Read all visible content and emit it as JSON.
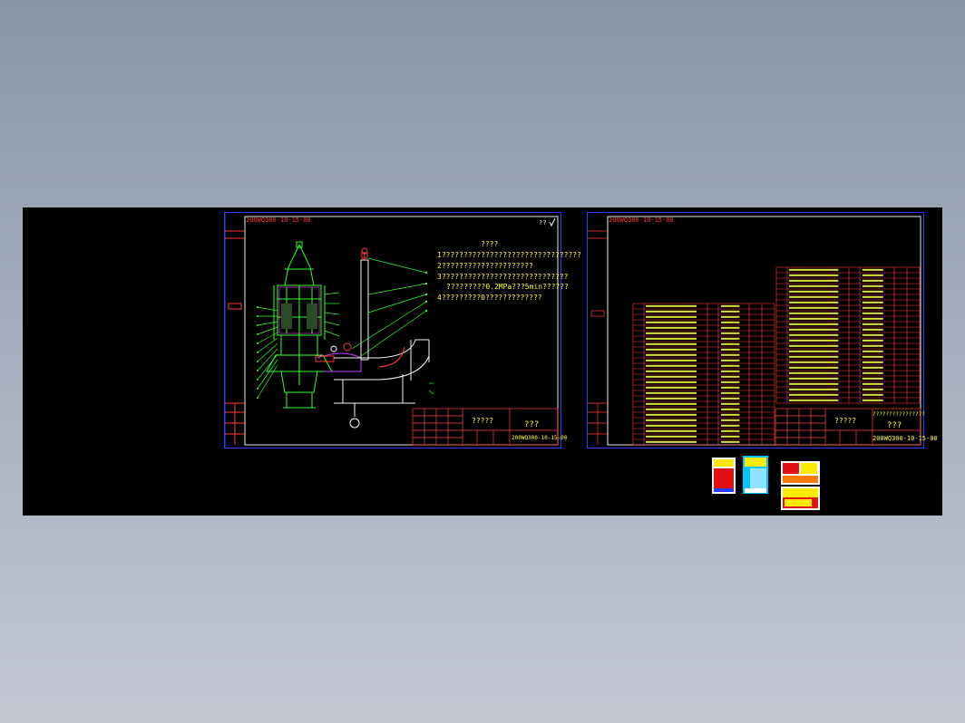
{
  "sheet1": {
    "drawing_number": "200WQ300-10-15-00",
    "roughness_mark": "??",
    "notes_title": "????",
    "notes": [
      "1????????????????????????????????",
      "2?????????????????????",
      "3?????????????????????????????",
      "?????????0.2MPa???5min??????",
      "4?????????0?????????????"
    ],
    "title_block_name": "?????",
    "title_block_material": "???",
    "title_block_code": "200WQ300-10-15-00"
  },
  "sheet2": {
    "drawing_number": "200WQ300-10-15-00",
    "title_block_name": "?????",
    "title_block_note": "????????????????",
    "title_block_material": "???",
    "title_block_code": "200WQ300-10-15-00"
  },
  "colors": {
    "viewport_bg": "#000000",
    "sheet_border": "#2a3cff",
    "drawing_green": "#33ff33",
    "text_yellow": "#ffff33",
    "grid_red": "#ff3b3b",
    "pipe_white": "#f5f5f5"
  }
}
